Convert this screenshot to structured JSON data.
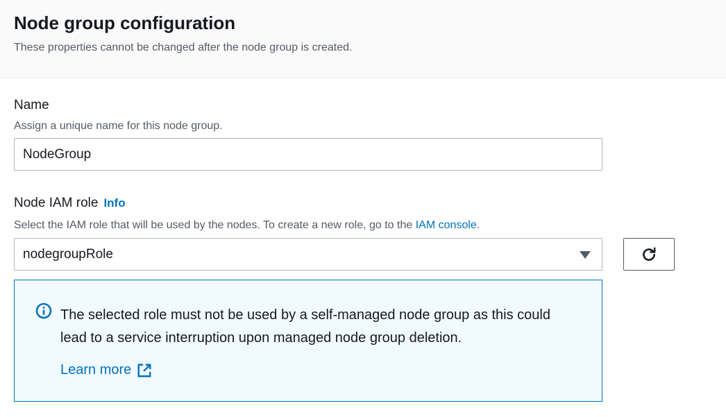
{
  "header": {
    "title": "Node group configuration",
    "subtitle": "These properties cannot be changed after the node group is created."
  },
  "name_field": {
    "label": "Name",
    "description": "Assign a unique name for this node group.",
    "value": "NodeGroup"
  },
  "role_field": {
    "label": "Node IAM role",
    "info_link": "Info",
    "description_prefix": "Select the IAM role that will be used by the nodes. To create a new role, go to the ",
    "description_link": "IAM console",
    "description_suffix": ".",
    "selected_value": "nodegroupRole",
    "dropdown_icon": "caret-down-icon",
    "refresh_icon": "refresh-icon"
  },
  "alert": {
    "icon": "info-circle-icon",
    "message": "The selected role must not be used by a self-managed node group as this could lead to a service interruption upon managed node group deletion.",
    "link_label": "Learn more",
    "link_icon": "external-link-icon"
  },
  "colors": {
    "link": "#0073bb",
    "alert_background": "#f1faff",
    "alert_border": "#0073bb",
    "text": "#16191f",
    "secondary_text": "#545b64"
  }
}
